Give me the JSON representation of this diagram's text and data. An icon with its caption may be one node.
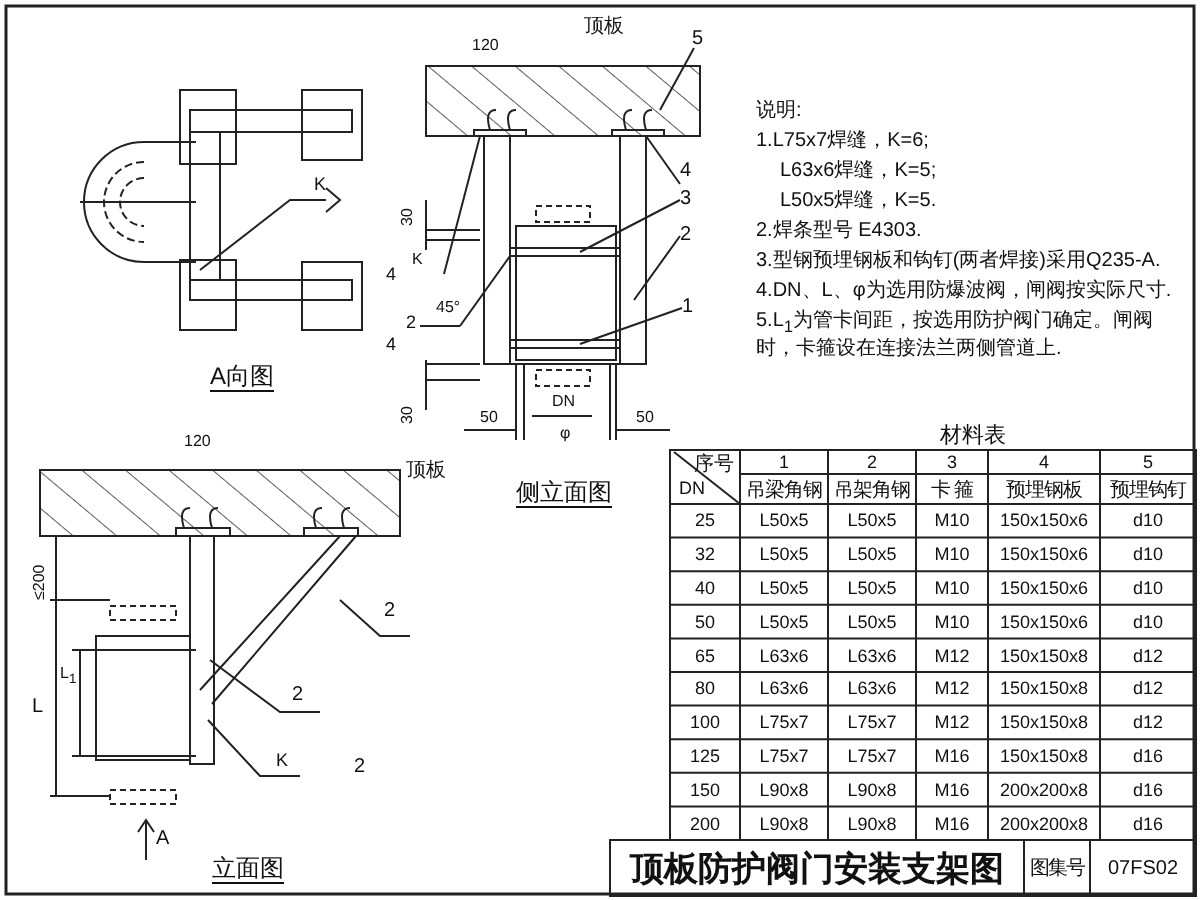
{
  "diagram": {
    "title": "顶板防护阀门安装支架图",
    "labels": [
      "K",
      "A向图",
      "顶板",
      "120",
      "5",
      "4",
      "3",
      "2",
      "1",
      "30",
      "K",
      "4",
      "45°",
      "2",
      "4",
      "30",
      "DN",
      "50",
      "φ",
      "50",
      "侧立面图",
      "说明:",
      "1.L75x7焊缝，K=6;",
      "L63x6焊缝，K=5;",
      "L50x5焊缝，K=5.",
      "2.焊条型号 E4303.",
      "3.型钢预埋钢板和钩钉(两者焊接)采用Q235-A.",
      "4.DN、L、φ为选用防爆波阀，闸阀按实际尺寸.",
      "5.L$_{1}$为管卡间距，按选用防护阀门确定。闸阀时，卡箍设在连接法兰两侧管道上.",
      "材料表",
      "序号",
      "1",
      "2",
      "3",
      "4",
      "5",
      "DN",
      "吊梁角钢",
      "吊架角钢",
      "卡 箍",
      "预埋钢板",
      "预埋钩钉",
      "25",
      "L50x5",
      "L50x5",
      "M10",
      "150x150x6",
      "d10",
      "32",
      "L50x5",
      "L50x5",
      "M10",
      "150x150x6",
      "d10",
      "40",
      "L50x5",
      "L50x5",
      "M10",
      "150x150x6",
      "d10",
      "50",
      "L50x5",
      "L50x5",
      "M10",
      "150x150x6",
      "d10",
      "65",
      "L63x6",
      "L63x6",
      "M12",
      "150x150x8",
      "d12",
      "80",
      "L63x6",
      "L63x6",
      "M12",
      "150x150x8",
      "d12",
      "100",
      "L75x7",
      "L75x7",
      "M12",
      "150x150x8",
      "d12",
      "125",
      "L75x7",
      "L75x7",
      "M16",
      "150x150x8",
      "d16",
      "150",
      "L90x8",
      "L90x8",
      "M16",
      "200x200x8",
      "d16",
      "200",
      "L90x8",
      "L90x8",
      "M16",
      "200x200x8",
      "d16",
      "图集号",
      "07FS02",
      "120",
      "顶板",
      "≤200",
      "L",
      "L$_{1}$",
      "2",
      "2",
      "K",
      "2",
      "A",
      "立面图"
    ]
  }
}
